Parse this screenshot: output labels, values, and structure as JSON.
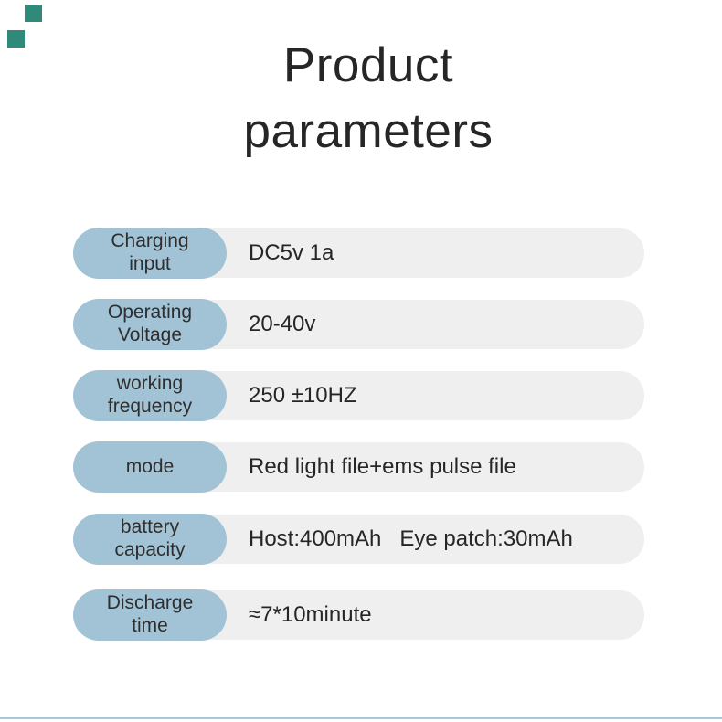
{
  "title": {
    "line1": "Product",
    "line2": "parameters"
  },
  "colors": {
    "pill": "#a2c3d6",
    "track": "#efefef",
    "text-dark": "#282828",
    "accent-square": "#2f8a7a",
    "bottom-line": "#aec6d1"
  },
  "rows": [
    {
      "label": "Charging\ninput",
      "value": "DC5v 1a"
    },
    {
      "label": "Operating\nVoltage",
      "value": "20-40v"
    },
    {
      "label": "working\nfrequency",
      "value": "250 ±10HZ"
    },
    {
      "label": "mode",
      "value": "Red light file+ems pulse file"
    },
    {
      "label": "battery\ncapacity",
      "value": "Host:400mAh   Eye patch:30mAh"
    },
    {
      "label": "Discharge\ntime",
      "value": "≈7*10minute"
    }
  ]
}
